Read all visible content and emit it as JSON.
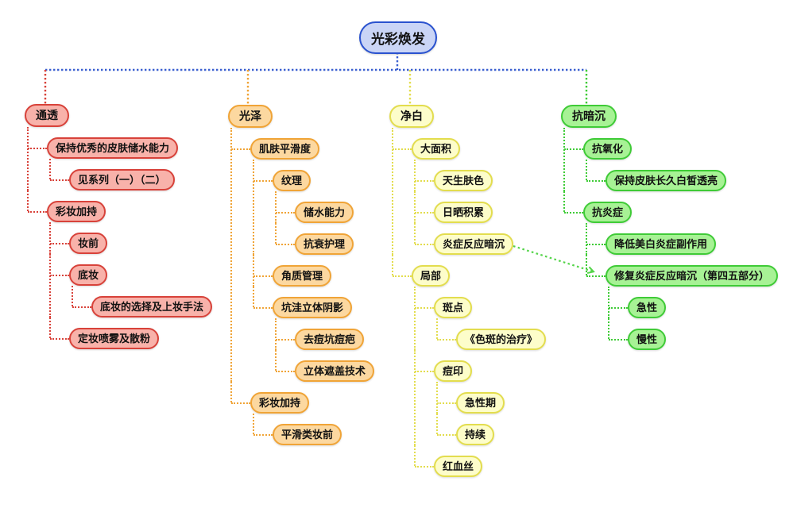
{
  "root": {
    "label": "光彩焕发",
    "fill": "#cad5f6",
    "border": "#2a52cf"
  },
  "trunk_color": "#3a5fd0",
  "crosslink": {
    "from": "炎症反应暗沉",
    "to": "修复炎症反应暗沉（第四五部分）",
    "color": "#55d44a"
  },
  "branches": [
    {
      "label": "通透",
      "fill": "#f8b2aa",
      "border": "#d8423a",
      "children": [
        {
          "label": "保持优秀的皮肤储水能力",
          "children": [
            {
              "label": "见系列（一）（二）"
            }
          ]
        },
        {
          "label": "彩妆加持",
          "children": [
            {
              "label": "妆前"
            },
            {
              "label": "底妆",
              "children": [
                {
                  "label": "底妆的选择及上妆手法"
                }
              ]
            },
            {
              "label": "定妆喷雾及散粉"
            }
          ]
        }
      ]
    },
    {
      "label": "光泽",
      "fill": "#fcd8a0",
      "border": "#f0a437",
      "children": [
        {
          "label": "肌肤平滑度",
          "children": [
            {
              "label": "纹理",
              "children": [
                {
                  "label": "储水能力"
                },
                {
                  "label": "抗衰护理"
                }
              ]
            },
            {
              "label": "角质管理"
            },
            {
              "label": "坑洼立体阴影",
              "children": [
                {
                  "label": "去痘坑痘疤"
                },
                {
                  "label": "立体遮盖技术"
                }
              ]
            }
          ]
        },
        {
          "label": "彩妆加持",
          "children": [
            {
              "label": "平滑类妆前"
            }
          ]
        }
      ]
    },
    {
      "label": "净白",
      "fill": "#fdfdca",
      "border": "#e3dd4e",
      "children": [
        {
          "label": "大面积",
          "children": [
            {
              "label": "天生肤色"
            },
            {
              "label": "日晒积累"
            },
            {
              "label": "炎症反应暗沉"
            }
          ]
        },
        {
          "label": "局部",
          "children": [
            {
              "label": "斑点",
              "children": [
                {
                  "label": "《色斑的治疗》"
                }
              ]
            },
            {
              "label": "痘印",
              "children": [
                {
                  "label": "急性期"
                },
                {
                  "label": "持续"
                }
              ]
            },
            {
              "label": "红血丝"
            }
          ]
        }
      ]
    },
    {
      "label": "抗暗沉",
      "fill": "#a7f295",
      "border": "#3fcb37",
      "children": [
        {
          "label": "抗氧化",
          "children": [
            {
              "label": "保持皮肤长久白皙透亮"
            }
          ]
        },
        {
          "label": "抗炎症",
          "children": [
            {
              "label": "降低美白炎症副作用"
            },
            {
              "label": "修复炎症反应暗沉（第四五部分）",
              "children": [
                {
                  "label": "急性"
                },
                {
                  "label": "慢性"
                }
              ]
            }
          ]
        }
      ]
    }
  ]
}
